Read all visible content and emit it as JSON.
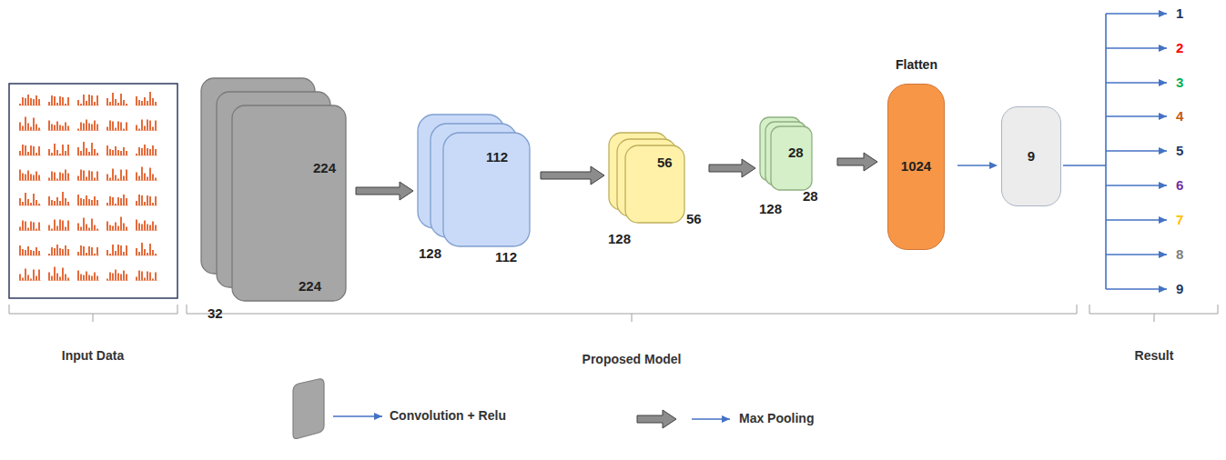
{
  "diagram": {
    "nodes": [
      {
        "text": [
          "224",
          "224",
          "32"
        ]
      },
      {
        "text": [
          "112",
          "112",
          "128"
        ]
      },
      {
        "text": [
          "56",
          "56",
          "128"
        ]
      },
      {
        "text": [
          "28",
          "28",
          "128"
        ]
      },
      {
        "text": [
          "Flatten",
          "1024"
        ]
      },
      {
        "text": [
          "9"
        ]
      }
    ],
    "edges": [
      {
        "from": 0,
        "to": 1,
        "arrow": "to"
      },
      {
        "from": 1,
        "to": 2,
        "arrow": "to"
      },
      {
        "from": 2,
        "to": 3,
        "arrow": "to"
      },
      {
        "from": 3,
        "to": 4,
        "arrow": "to"
      },
      {
        "from": 4,
        "to": 5,
        "arrow": "to"
      }
    ],
    "labels": [
      "Input Data",
      "Proposed Model",
      "Result",
      "1",
      "2",
      "3",
      "4",
      "5",
      "6",
      "7",
      "8",
      "9"
    ],
    "legend": [
      {
        "text": "Convolution + Relu"
      },
      {
        "text": "Max Pooling"
      }
    ]
  }
}
